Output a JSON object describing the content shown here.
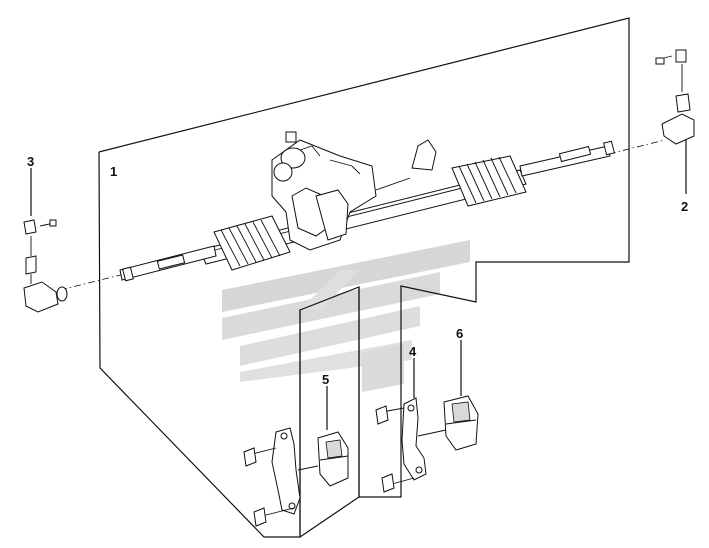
{
  "diagram": {
    "callouts": [
      {
        "id": "1",
        "target": "steering-gear-assembly"
      },
      {
        "id": "2",
        "target": "tie-rod-end-right"
      },
      {
        "id": "3",
        "target": "tie-rod-end-left"
      },
      {
        "id": "4",
        "target": "mounting-clamp-right"
      },
      {
        "id": "5",
        "target": "mounting-clamp-left"
      },
      {
        "id": "6",
        "target": "mounting-bushing-right"
      }
    ],
    "watermark": {
      "colors": [
        "#b7b7b7",
        "#cfcfcf"
      ]
    }
  }
}
